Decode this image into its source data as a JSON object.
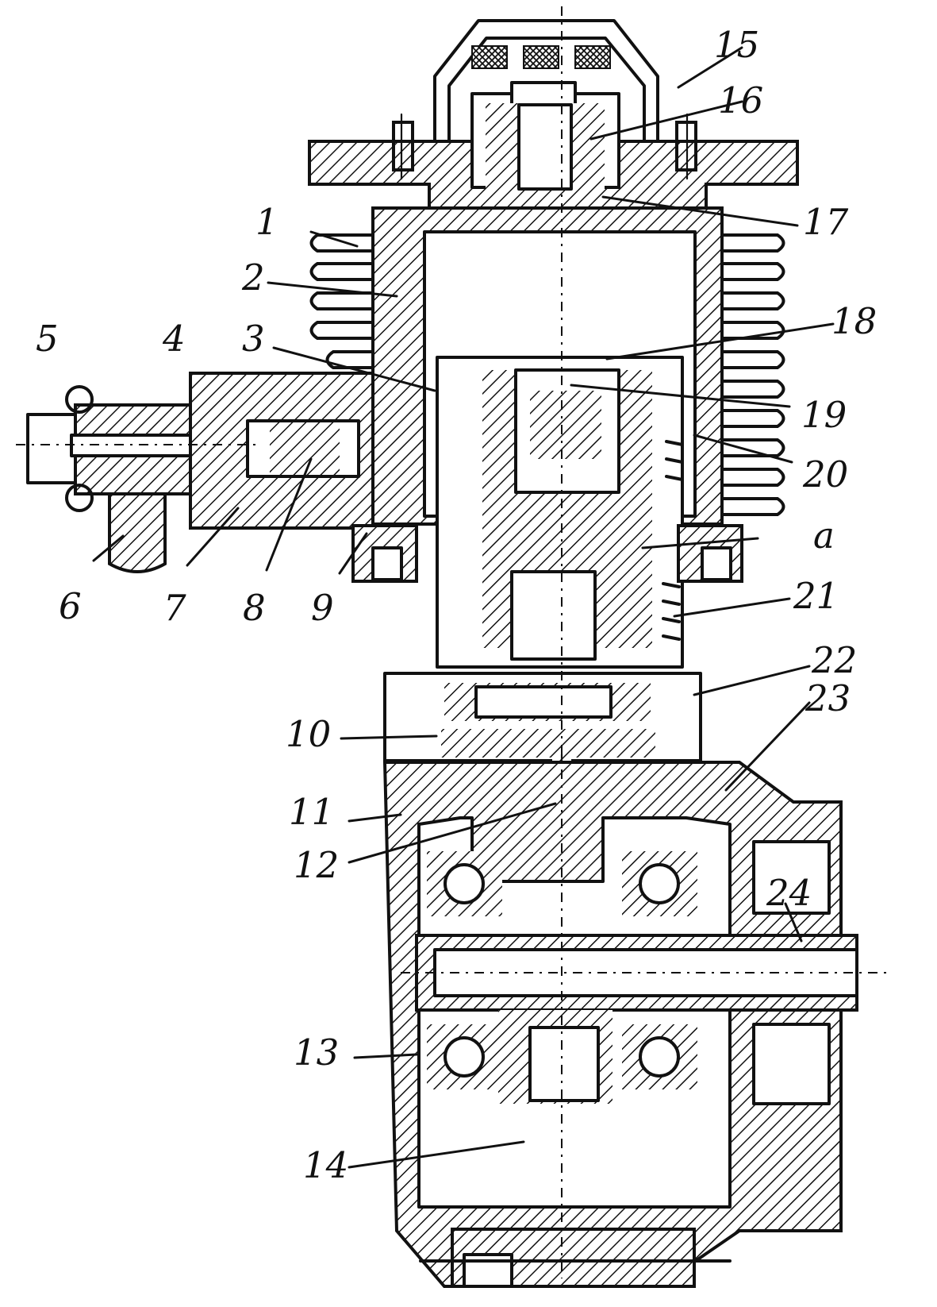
{
  "labels": [
    {
      "id": "1",
      "text": "1"
    },
    {
      "id": "2",
      "text": "2"
    },
    {
      "id": "3",
      "text": "3"
    },
    {
      "id": "4",
      "text": "4"
    },
    {
      "id": "5",
      "text": "5"
    },
    {
      "id": "6",
      "text": "6"
    },
    {
      "id": "7",
      "text": "7"
    },
    {
      "id": "8",
      "text": "8"
    },
    {
      "id": "9",
      "text": "9"
    },
    {
      "id": "10",
      "text": "10"
    },
    {
      "id": "11",
      "text": "11"
    },
    {
      "id": "12",
      "text": "12"
    },
    {
      "id": "13",
      "text": "13"
    },
    {
      "id": "14",
      "text": "14"
    },
    {
      "id": "15",
      "text": "15"
    },
    {
      "id": "16",
      "text": "16"
    },
    {
      "id": "17",
      "text": "17"
    },
    {
      "id": "18",
      "text": "18"
    },
    {
      "id": "19",
      "text": "19"
    },
    {
      "id": "20",
      "text": "20"
    },
    {
      "id": "21",
      "text": "21"
    },
    {
      "id": "22",
      "text": "22"
    },
    {
      "id": "23",
      "text": "23"
    },
    {
      "id": "24",
      "text": "24"
    },
    {
      "id": "a",
      "text": "a"
    }
  ]
}
